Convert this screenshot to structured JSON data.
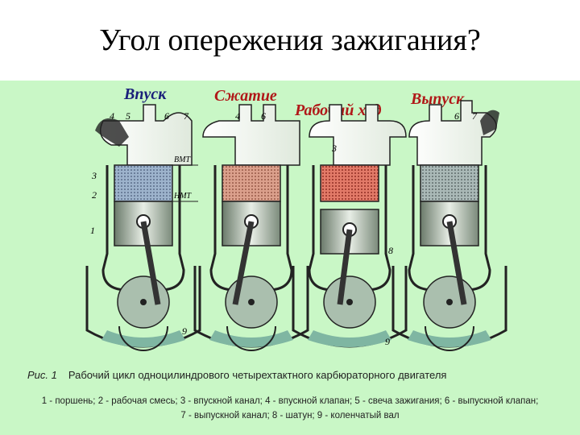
{
  "slide": {
    "title": "Угол опережения зажигания?"
  },
  "strokes": [
    {
      "label": "Впуск",
      "color": "#1a1f7a"
    },
    {
      "label": "Сжатие",
      "color": "#b01818"
    },
    {
      "label": "Рабочий ход",
      "color": "#b01818"
    },
    {
      "label": "Выпуск",
      "color": "#b01818"
    }
  ],
  "markers": {
    "tdc": "ВМТ",
    "bdc": "НМТ"
  },
  "part_numbers": [
    "1",
    "2",
    "3",
    "4",
    "5",
    "6",
    "7",
    "8",
    "9"
  ],
  "figure": {
    "number": "Рис. 1",
    "caption": "Рабочий цикл одноцилиндрового четырехтактного карбюраторного двигателя",
    "legend_line1": "1 - поршень; 2 - рабочая смесь; 3 - впускной канал; 4 - впускной клапан; 5 - свеча зажигания; 6 - выпускной клапан;",
    "legend_line2": "7 - выпускной канал; 8 - шатун; 9 - коленчатый вал"
  },
  "colors": {
    "panel_bg": "#c9f7c6",
    "intake_mix": "#8aa6c8",
    "compressed_mix": "#d9806a",
    "combustion": "#e06050",
    "exhaust": "#9fb2b4"
  }
}
